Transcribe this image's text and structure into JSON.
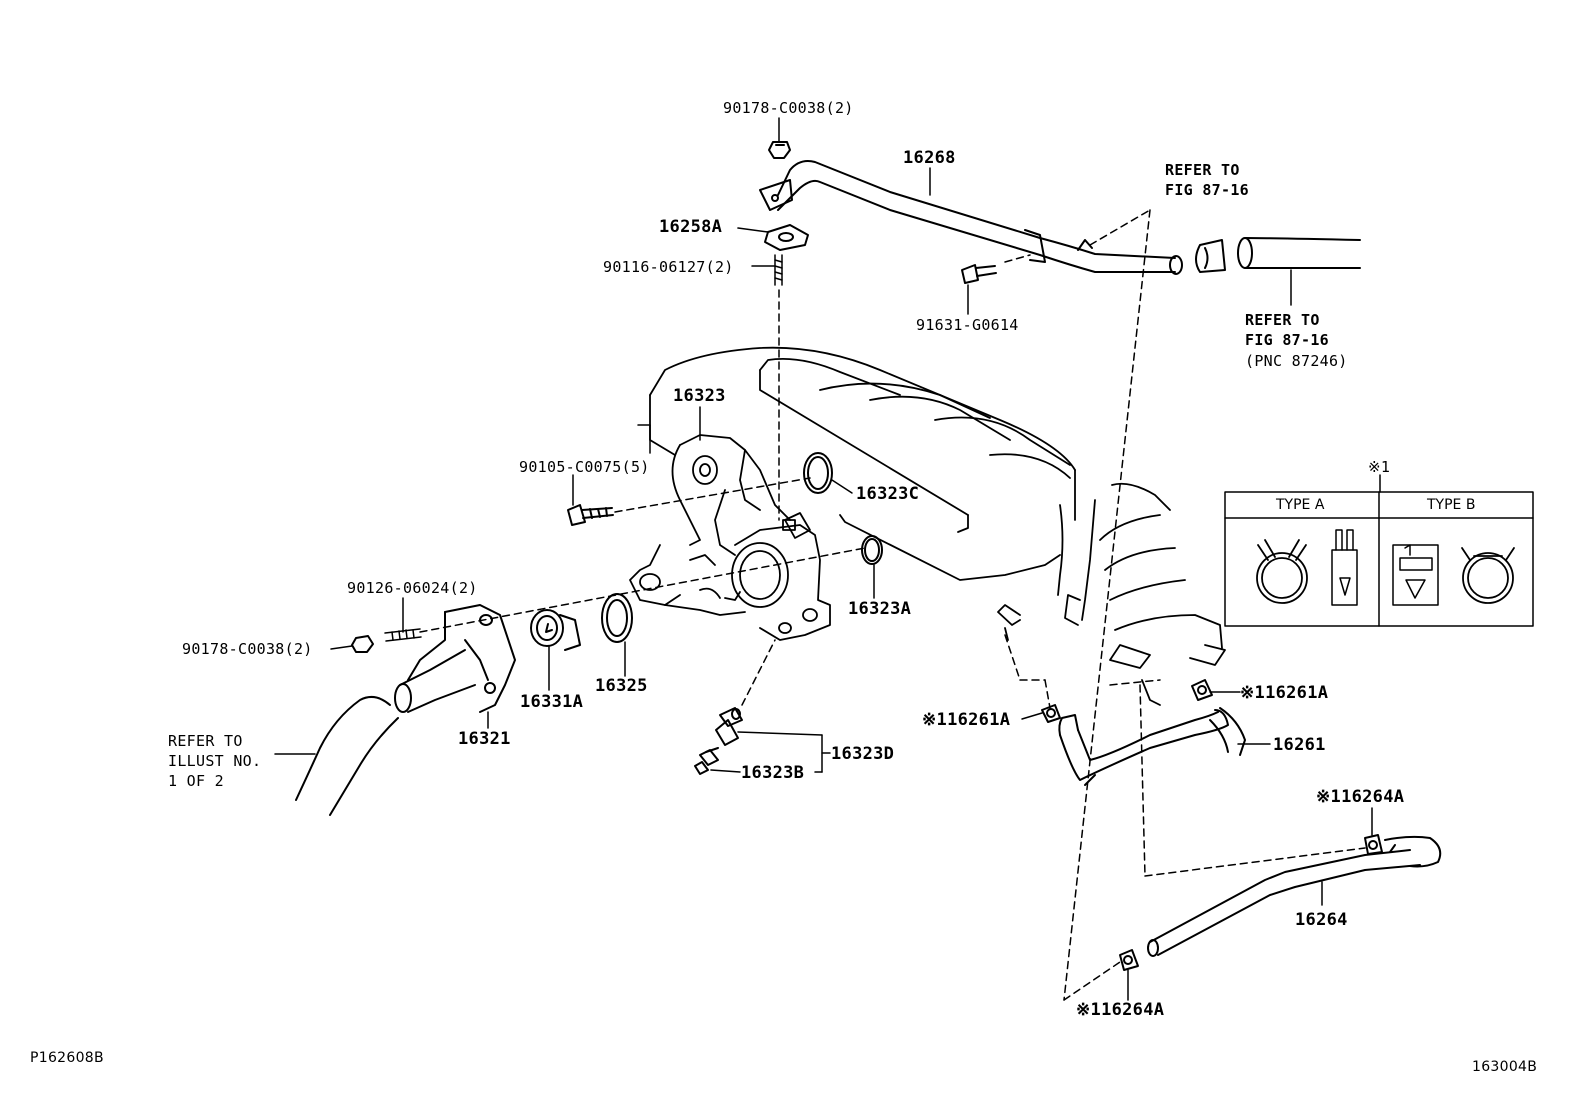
{
  "parts": {
    "p90178_top": "90178-C0038(2)",
    "p16268": "16268",
    "p16258A": "16258A",
    "p90116": "90116-06127(2)",
    "p91631": "91631-G0614",
    "p16323": "16323",
    "p90105": "90105-C0075(5)",
    "p16323C": "16323C",
    "p16323A": "16323A",
    "p90126": "90126-06024(2)",
    "p90178_left": "90178-C0038(2)",
    "p16331A": "16331A",
    "p16325": "16325",
    "p16321": "16321",
    "p16323D": "16323D",
    "p16323B": "16323B",
    "p16261A_left": "※116261A",
    "p16261A_right": "※116261A",
    "p16261": "16261",
    "p16264A_top": "※116264A",
    "p16264": "16264",
    "p16264A_bottom": "※116264A"
  },
  "refs": {
    "ref_top_right_a": "REFER TO\nFIG 87-16",
    "ref_top_right_b": "REFER TO\nFIG 87-16",
    "ref_pnc": "(PNC 87246)",
    "ref_left": "REFER TO\nILLUST NO.\n1 OF 2"
  },
  "legend": {
    "marker": "※1",
    "type_a": "TYPE A",
    "type_b": "TYPE B"
  },
  "corners": {
    "bottom_left": "P162608B",
    "bottom_right": "163004B"
  }
}
